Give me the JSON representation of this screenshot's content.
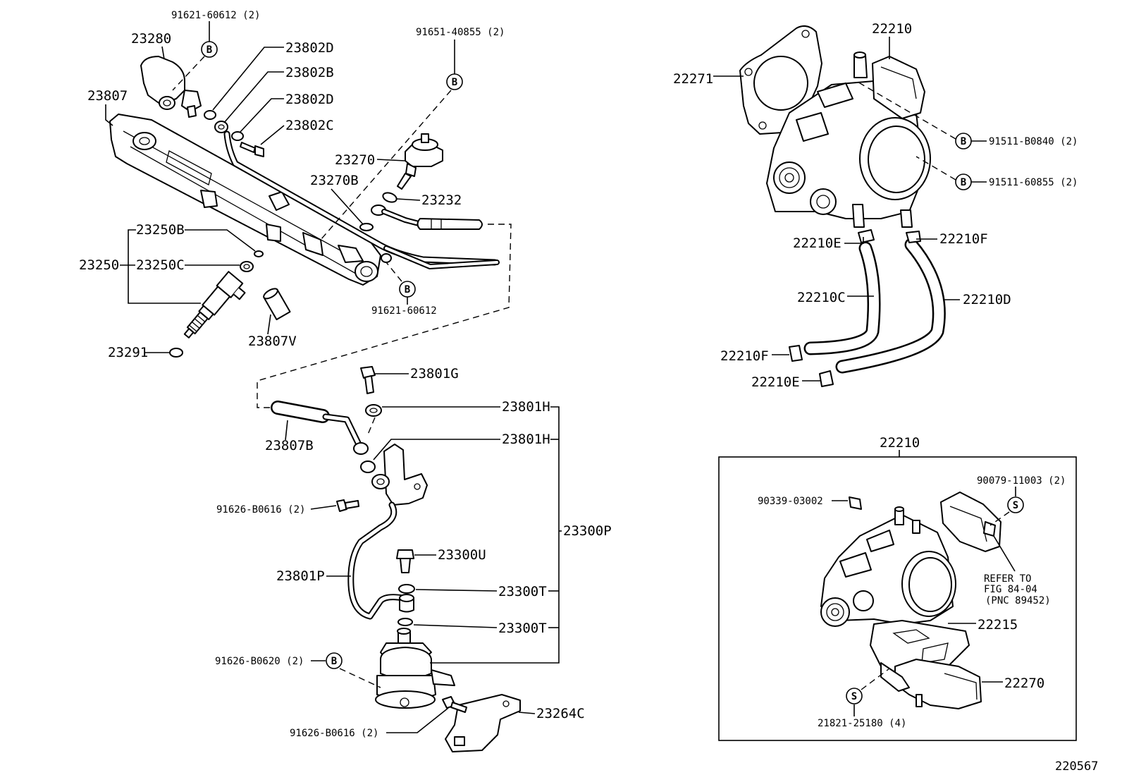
{
  "figure_number": "220567",
  "markers": {
    "b": "B",
    "s": "S"
  },
  "left_labels": [
    "91621-60612 (2)",
    "23280",
    "23802D",
    "23802B",
    "23802D",
    "23802C",
    "23807",
    "91651-40855 (2)",
    "23270",
    "23270B",
    "23232",
    "23250B",
    "23250",
    "23250C",
    "91621-60612",
    "23291",
    "23807V",
    "23801G",
    "23801H",
    "23807B",
    "23801H",
    "91626-B0616 (2)",
    "23300P",
    "23300U",
    "23801P",
    "23300T",
    "23300T",
    "91626-B0620 (2)",
    "23264C",
    "91626-B0616 (2)"
  ],
  "right_labels": [
    "22210",
    "22271",
    "91511-B0840 (2)",
    "91511-60855 (2)",
    "22210E",
    "22210F",
    "22210C",
    "22210D",
    "22210F",
    "22210E"
  ],
  "inset_labels": [
    "22210",
    "90079-11003 (2)",
    "90339-03002",
    "REFER TO",
    "FIG 84-04",
    "(PNC 89452)",
    "22215",
    "22270",
    "21821-25180 (4)"
  ]
}
